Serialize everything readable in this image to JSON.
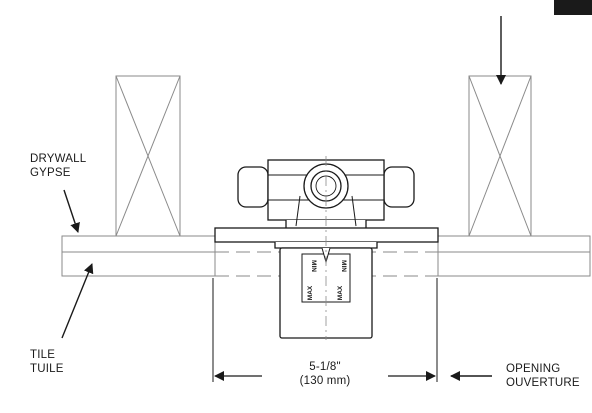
{
  "labels": {
    "drywall_line1": "DRYWALL",
    "drywall_line2": "GYPSE",
    "tile_line1": "TILE",
    "tile_line2": "TUILE",
    "opening_line1": "OPENING",
    "opening_line2": "OUVERTURE",
    "dimension_imperial": "5-1/8\"",
    "dimension_metric": "(130 mm)"
  },
  "housing_marks": {
    "min": "MIN",
    "max": "MAX"
  },
  "colors": {
    "outline": "#1a1a1a",
    "light_line": "#8a8a8a",
    "fill": "#ffffff"
  }
}
